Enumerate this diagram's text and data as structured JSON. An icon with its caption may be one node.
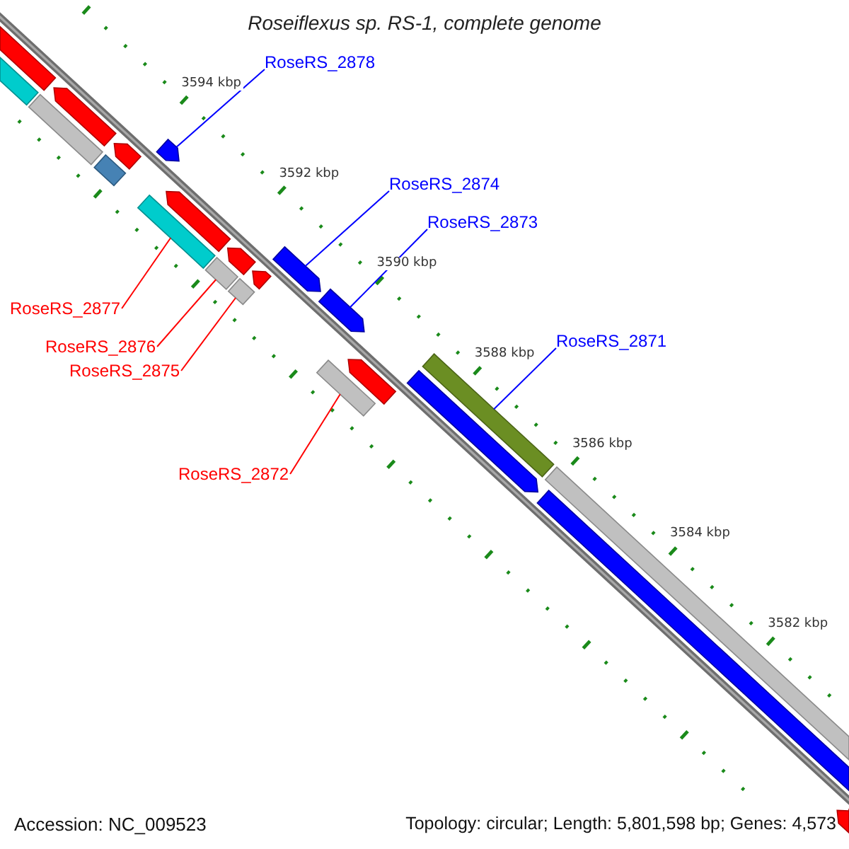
{
  "diagram": {
    "title": "Roseiflexus sp. RS-1, complete genome",
    "nodes": [
      {
        "text": [
          "RoseRS_2878"
        ]
      },
      {
        "text": [],
        "shape": "pentagon"
      },
      {
        "text": [
          "RoseRS_2874"
        ]
      },
      {
        "text": [],
        "shape": "pentagon"
      },
      {
        "text": [
          "RoseRS_2873"
        ]
      },
      {
        "text": [],
        "shape": "pentagon"
      },
      {
        "text": [
          "RoseRS_2871"
        ]
      },
      {
        "text": [],
        "shape": "bar"
      },
      {
        "text": [
          "RoseRS_2877"
        ]
      },
      {
        "text": [],
        "shape": "bar"
      },
      {
        "text": [
          "RoseRS_2876"
        ]
      },
      {
        "text": [],
        "shape": "bar"
      },
      {
        "text": [
          "RoseRS_2875"
        ]
      },
      {
        "text": [],
        "shape": "bar"
      },
      {
        "text": [
          "RoseRS_2872"
        ]
      },
      {
        "text": [],
        "shape": "bar"
      },
      {
        "text": [],
        "shape": "bar"
      },
      {
        "text": [],
        "shape": "bar"
      },
      {
        "text": [],
        "shape": "pentagon"
      },
      {
        "text": [],
        "shape": "bar"
      },
      {
        "text": [],
        "shape": "pentagon"
      },
      {
        "text": [],
        "shape": "bar"
      },
      {
        "text": [],
        "shape": "pentagon"
      },
      {
        "text": [],
        "shape": "pentagon"
      },
      {
        "text": [],
        "shape": "pentagon"
      },
      {
        "text": [],
        "shape": "pentagon"
      },
      {
        "text": [],
        "shape": "pentagon"
      },
      {
        "text": [],
        "shape": "bar"
      },
      {
        "text": [],
        "shape": "bar"
      },
      {
        "text": [],
        "shape": "pentagon"
      }
    ],
    "edges": [
      {
        "from": 0,
        "to": 1,
        "arrow": "none",
        "color": "#0000ff"
      },
      {
        "from": 2,
        "to": 3,
        "arrow": "none",
        "color": "#0000ff"
      },
      {
        "from": 4,
        "to": 5,
        "arrow": "none",
        "color": "#0000ff"
      },
      {
        "from": 6,
        "to": 7,
        "arrow": "none",
        "color": "#0000ff"
      },
      {
        "from": 8,
        "to": 9,
        "arrow": "none",
        "color": "#ff0000"
      },
      {
        "from": 10,
        "to": 11,
        "arrow": "none",
        "color": "#ff0000"
      },
      {
        "from": 12,
        "to": 13,
        "arrow": "none",
        "color": "#ff0000"
      },
      {
        "from": 14,
        "to": 15,
        "arrow": "none",
        "color": "#ff0000"
      }
    ],
    "labels": [
      "3594 kbp",
      "3592 kbp",
      "3590 kbp",
      "3588 kbp",
      "3586 kbp",
      "3584 kbp",
      "3582 kbp",
      "Accession: NC_009523",
      "Topology: circular; Length: 5,801,598 bp; Genes: 4,573"
    ]
  }
}
